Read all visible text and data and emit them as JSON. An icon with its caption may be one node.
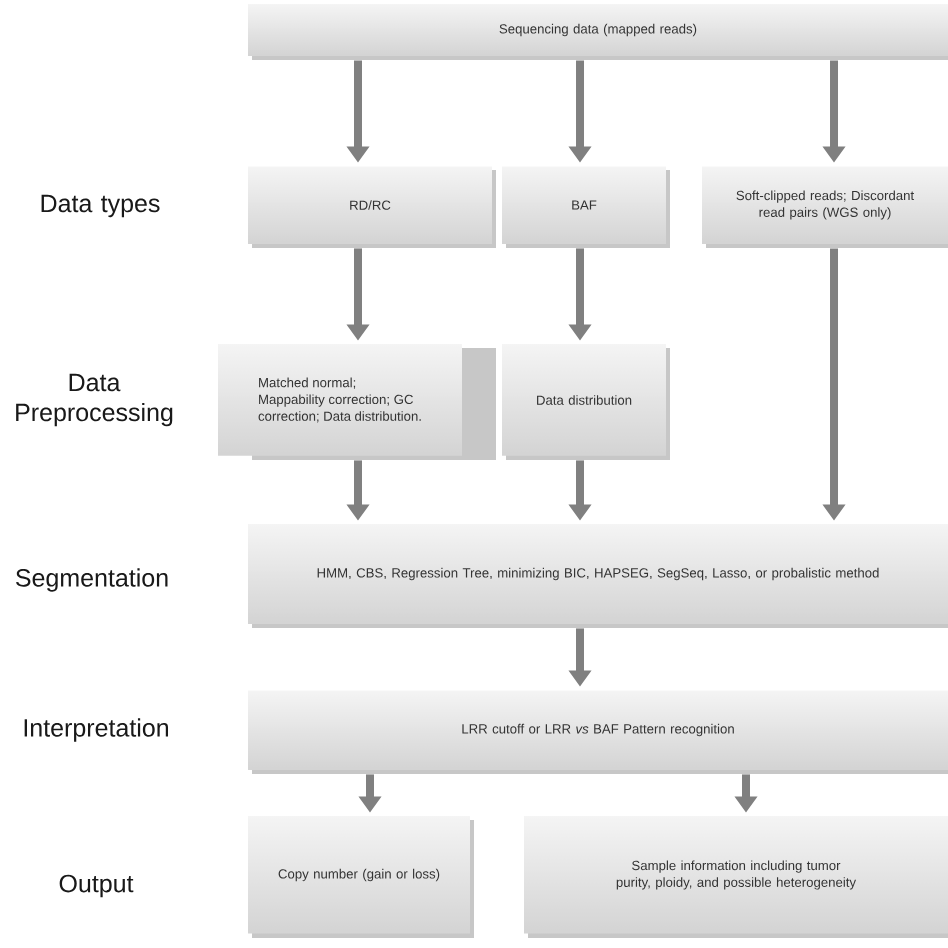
{
  "diagram": {
    "nodes": [
      {
        "text": [
          "Sequencing data (mapped reads)"
        ]
      },
      {
        "text": [
          "RD/RC"
        ]
      },
      {
        "text": [
          "BAF"
        ]
      },
      {
        "text": [
          "Soft-clipped reads; Discordant read pairs (WGS only)"
        ]
      },
      {
        "text": [
          "Matched normal; Mappability correction; GC correction; Data distribution."
        ]
      },
      {
        "text": [
          "Data distribution"
        ]
      },
      {
        "text": [
          "HMM, CBS, Regression Tree, minimizing BIC, HAPSEG, SegSeq, Lasso, or probalistic method"
        ]
      },
      {
        "text": [
          "LRR cutoff  or LRR *vs* BAF Pattern recognition"
        ]
      },
      {
        "text": [
          "Copy number (gain or loss)"
        ]
      },
      {
        "text": [
          "Sample information including tumor purity, ploidy, and possible heterogeneity"
        ]
      }
    ],
    "edges": [
      {
        "from": 0,
        "to": 1,
        "arrow": "to"
      },
      {
        "from": 0,
        "to": 2,
        "arrow": "to"
      },
      {
        "from": 0,
        "to": 3,
        "arrow": "to"
      },
      {
        "from": 1,
        "to": 4,
        "arrow": "to"
      },
      {
        "from": 2,
        "to": 5,
        "arrow": "to"
      },
      {
        "from": 4,
        "to": 6,
        "arrow": "to"
      },
      {
        "from": 5,
        "to": 6,
        "arrow": "to"
      },
      {
        "from": 3,
        "to": 6,
        "arrow": "to"
      },
      {
        "from": 6,
        "to": 7,
        "arrow": "to"
      },
      {
        "from": 7,
        "to": 8,
        "arrow": "to"
      },
      {
        "from": 7,
        "to": 9,
        "arrow": "to"
      }
    ],
    "labels": [
      "Data types",
      "Data Preprocessing",
      "Segmentation",
      "Interpretation",
      "Output"
    ]
  }
}
